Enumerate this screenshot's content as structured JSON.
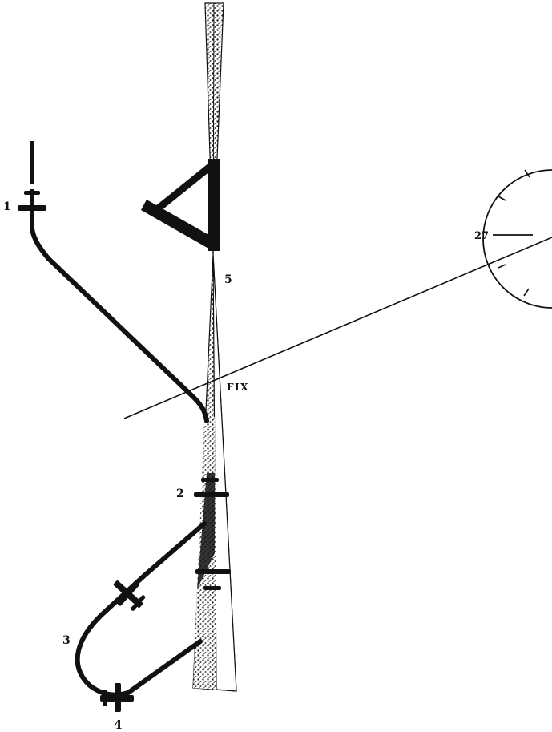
{
  "labels": {
    "p1": "1",
    "p2": "2",
    "p3": "3",
    "p4": "4",
    "p5": "5",
    "fix": "FIX",
    "radial": "27"
  },
  "colors": {
    "ink": "#111111",
    "paper": "#ffffff",
    "stipple": "#8a8a8a"
  }
}
